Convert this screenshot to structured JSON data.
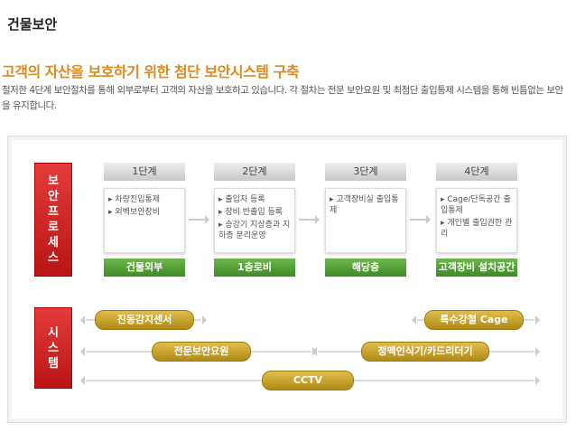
{
  "page": {
    "title": "건물보안",
    "headline": "고객의 자산을 보호하기 위한 첨단 보안시스템 구축",
    "description": "철저한 4단계 보안절차를 통해 외부로부터 고객의 자산을 보호하고 있습니다. 각 절차는 전문 보안요원 및 최첨단 출입통제 시스템을 통해 빈틈없는 보안을 유지합니다."
  },
  "process": {
    "label": "보안프로세스",
    "stages": [
      {
        "name": "1단계",
        "items": [
          "▸ 차량진입통제",
          "▸ 외벽보안장비"
        ],
        "location": "건물외부"
      },
      {
        "name": "2단계",
        "items": [
          "▸ 출입자 등록",
          "▸ 장비 반출입 등록",
          "▸ 승강기 지상층과 지하층 분리운영"
        ],
        "location": "1층로비"
      },
      {
        "name": "3단계",
        "items": [
          "▸ 고객장비실 출입통제"
        ],
        "location": "해당층"
      },
      {
        "name": "4단계",
        "items": [
          "▸ Cage/단독공간 출입통제",
          "▸ 개인별 출입권한 관리"
        ],
        "location": "고객장비 설치공간"
      }
    ]
  },
  "system": {
    "label": "시스템",
    "items": [
      "진동감지센서",
      "특수강철 Cage",
      "전문보안요원",
      "정맥인식기/카드리더기",
      "CCTV"
    ]
  }
}
